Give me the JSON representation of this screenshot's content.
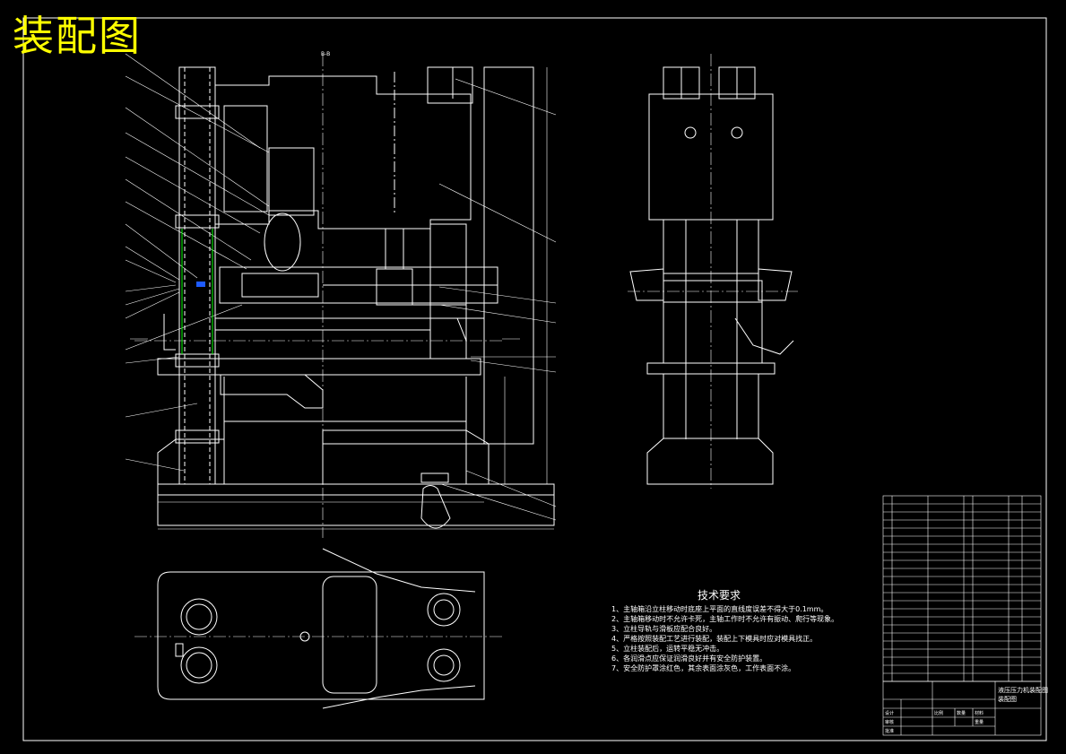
{
  "title": "装配图",
  "section_label": "B-B",
  "colors": {
    "background": "#000000",
    "line": "#ffffff",
    "title": "#ffff00",
    "accent_green": "#00ff00",
    "accent_blue": "#1e5bff",
    "accent_red": "#ff2020"
  },
  "technical_requirements": {
    "title": "技术要求",
    "items": [
      "1、主轴箱沿立柱移动时底座上平面的直线度误差不得大于0.1mm。",
      "2、主轴箱移动时不允许卡死，主轴工作时不允许有振动、爬行等现象。",
      "3、立柱导轨与滑板应配合良好。",
      "4、严格按照装配工艺进行装配，装配上下模具时应对模具找正。",
      "5、立柱装配后，运转平稳无冲击。",
      "6、各润滑点应保证润滑良好并有安全防护装置。",
      "7、安全防护罩涂红色，其余表面涂灰色，工作表面不涂。"
    ]
  },
  "title_block": {
    "drawing_name": "液压压力机装配图",
    "drawing_name_short": "装配图",
    "scale_label": "比例",
    "qty_label": "数量",
    "material_label": "材料",
    "weight_label": "重量",
    "designer_label": "设计",
    "checker_label": "审核",
    "approver_label": "批准"
  }
}
